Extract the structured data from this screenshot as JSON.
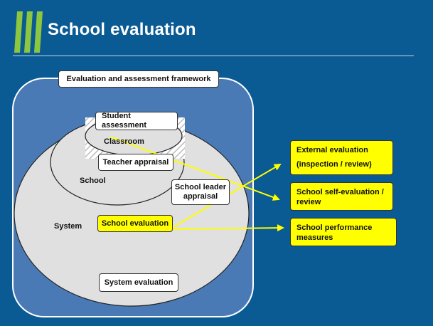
{
  "title": "School evaluation",
  "framework_label": "Evaluation and assessment framework",
  "levels": {
    "classroom": "Classroom",
    "school": "School",
    "system": "System"
  },
  "components": {
    "student_assessment": "Student assessment",
    "teacher_appraisal": "Teacher appraisal",
    "school_leader_appraisal": "School leader appraisal",
    "school_evaluation": "School evaluation",
    "system_evaluation": "System evaluation"
  },
  "outcomes": {
    "external_line1": "External evaluation",
    "external_line2": "(inspection / review)",
    "self_evaluation": "School self-evaluation / review",
    "performance_measures": "School performance measures"
  },
  "colors": {
    "background": "#0a5a93",
    "framework_fill": "#4a7ab5",
    "circle_fill": "#e0e0e0",
    "highlight": "#ffff00",
    "logo_green": "#8dc63f"
  }
}
